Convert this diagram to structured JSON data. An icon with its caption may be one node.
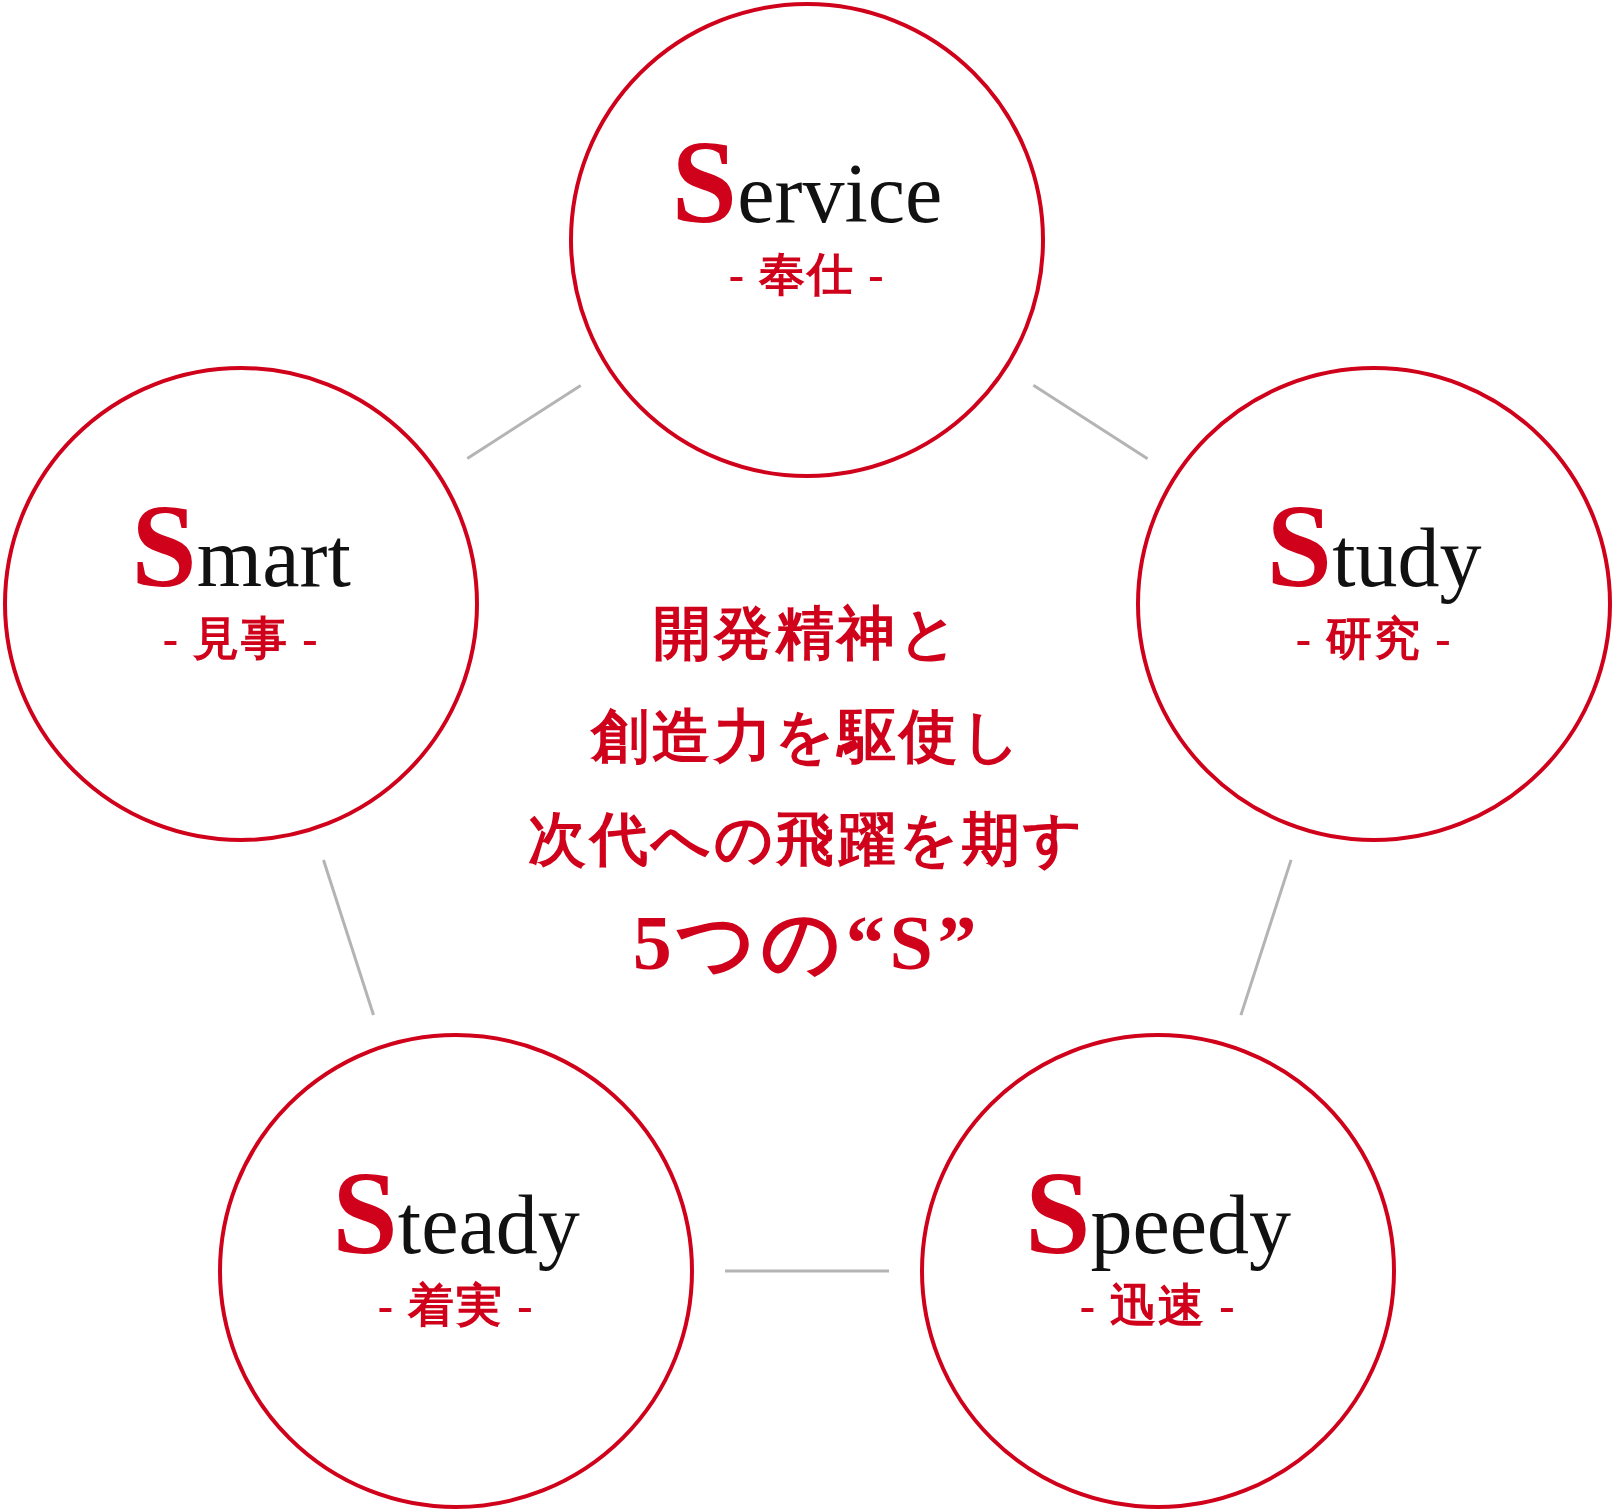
{
  "diagram": {
    "nodes": [
      {
        "text": [
          "Service",
          "- 奉仕 -"
        ]
      },
      {
        "text": [
          "Smart",
          "- 見事 -"
        ]
      },
      {
        "text": [
          "Study",
          "- 研究 -"
        ]
      },
      {
        "text": [
          "Steady",
          "- 着実 -"
        ]
      },
      {
        "text": [
          "Speedy",
          "- 迅速 -"
        ]
      }
    ],
    "edges": [
      {
        "from": 0,
        "to": 1,
        "arrow": "none"
      },
      {
        "from": 0,
        "to": 2,
        "arrow": "none"
      },
      {
        "from": 1,
        "to": 3,
        "arrow": "none"
      },
      {
        "from": 2,
        "to": 4,
        "arrow": "none"
      },
      {
        "from": 3,
        "to": 4,
        "arrow": "none"
      }
    ],
    "labels": [
      "開発精神と",
      "創造力を駆使し",
      "次代への飛躍を期す",
      "5つの“S”"
    ]
  }
}
